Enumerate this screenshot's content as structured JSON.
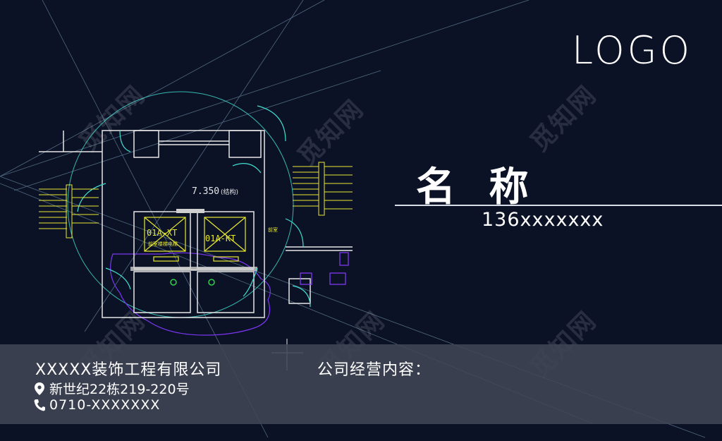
{
  "card": {
    "logo": "LOGO",
    "name": "名 称",
    "phone_main": "136xxxxxxx",
    "company": "XXXXX装饰工程有限公司",
    "business_label": "公司经营内容：",
    "address": "新世纪22栋219-220号",
    "tel": "0710-XXXXXXX"
  },
  "drawing": {
    "elevation": "7.350",
    "elevation_note": "(结构)",
    "room_a": "01A-XT",
    "room_a_note": "前室楼梯电梯",
    "room_b": "01A-KT",
    "side_note": "前室"
  },
  "watermark": "觅知网",
  "colors": {
    "background": "#0b1226",
    "band": "#404654",
    "text": "#ffffff",
    "cad_cyan": "#41e0d0",
    "cad_yellow": "#e8e830",
    "cad_white": "#e6e6e6",
    "cad_purple": "#8a3cff"
  },
  "icons": [
    "location-pin-icon",
    "phone-icon"
  ]
}
